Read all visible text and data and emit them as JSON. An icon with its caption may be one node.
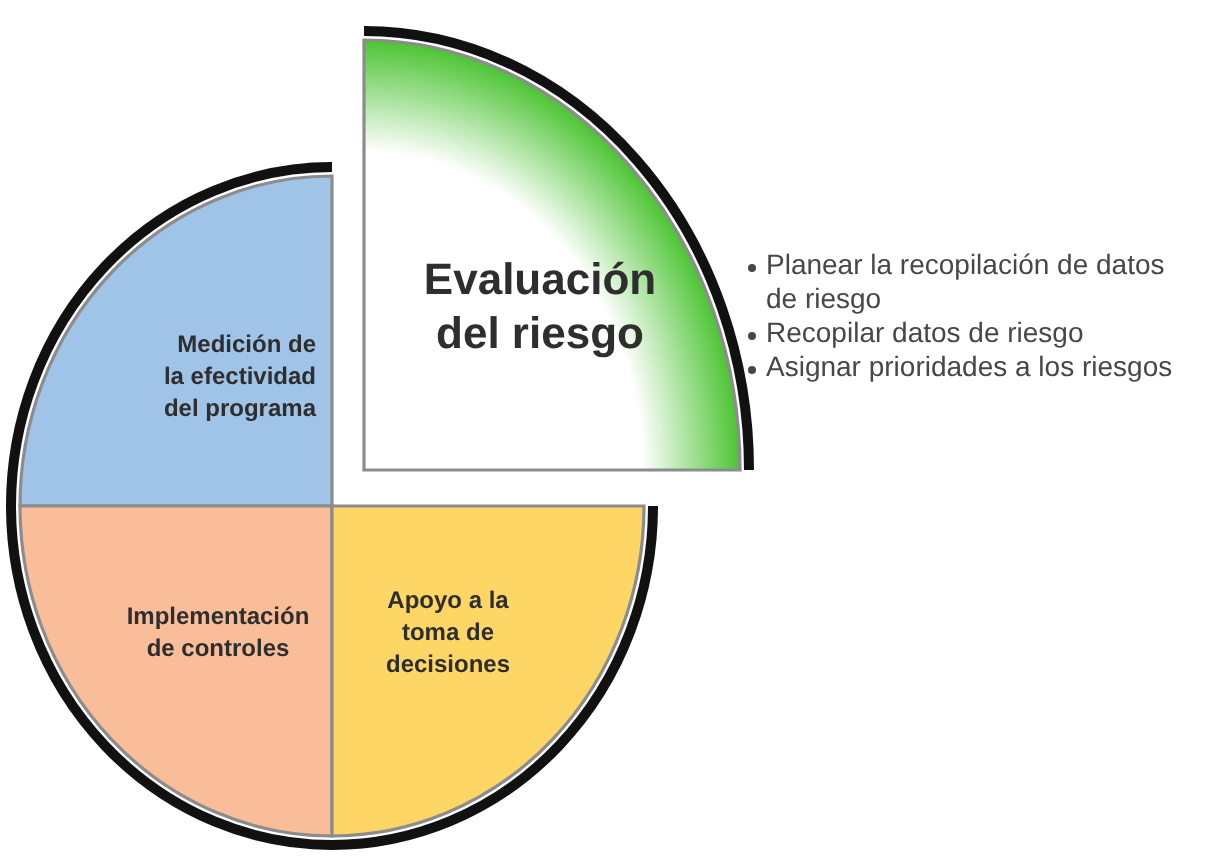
{
  "diagram": {
    "nodes": [
      {
        "text": [
          "Medición de la efectividad del programa"
        ]
      },
      {
        "text": [
          "Evaluación del riesgo"
        ],
        "beside": [
          "Planear la recopilación de datos de riesgo",
          "Recopilar datos de riesgo",
          "Asignar prioridades a los riesgos"
        ]
      },
      {
        "text": [
          "Implementación de controles"
        ]
      },
      {
        "text": [
          "Apoyo a la toma de decisiones"
        ]
      }
    ]
  }
}
